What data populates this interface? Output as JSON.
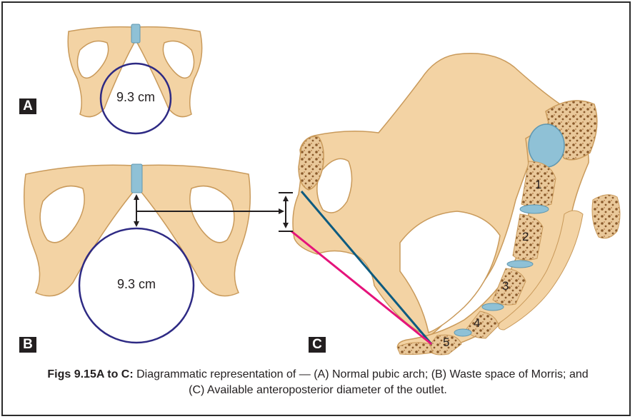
{
  "panels": {
    "a": {
      "label": "A",
      "circle_label": "9.3 cm"
    },
    "b": {
      "label": "B",
      "circle_label": "9.3 cm"
    },
    "c": {
      "label": "C",
      "vertebra_labels": [
        "1",
        "2",
        "3",
        "4",
        "5"
      ]
    }
  },
  "caption": {
    "prefix": "Figs 9.15A to C:",
    "text": "Diagrammatic representation of — (A) Normal pubic arch; (B) Waste space of Morris; and (C) Available anteroposterior diameter of the outlet."
  },
  "colors": {
    "bone": "#f3d3a4",
    "bone_edge": "#c99a5b",
    "cartilage": "#8fc1d6",
    "circle": "#2e2a84",
    "line_blue": "#0d5b80",
    "line_pink": "#e5137b",
    "arrow": "#231f20"
  }
}
